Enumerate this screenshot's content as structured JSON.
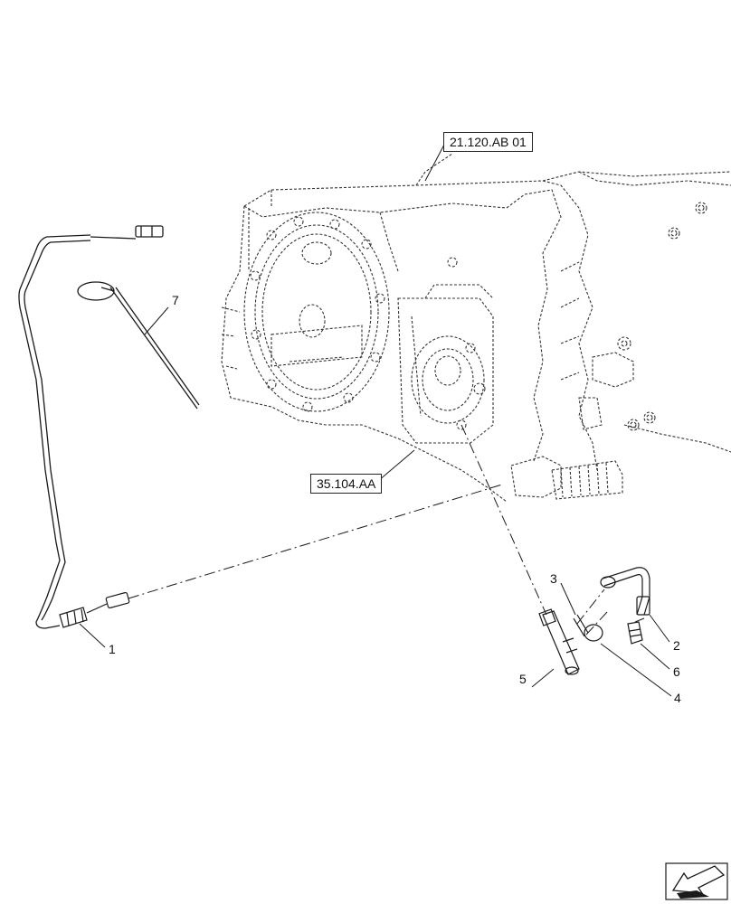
{
  "references": {
    "ref_top": "21.120.AB 01",
    "ref_mid": "35.104.AA"
  },
  "callouts": [
    {
      "id": "1",
      "label": "1"
    },
    {
      "id": "2",
      "label": "2"
    },
    {
      "id": "3",
      "label": "3"
    },
    {
      "id": "4",
      "label": "4"
    },
    {
      "id": "5",
      "label": "5"
    },
    {
      "id": "6",
      "label": "6"
    },
    {
      "id": "7",
      "label": "7"
    }
  ],
  "corner_mark": "·",
  "colors": {
    "line": "#1a1a1a",
    "ghost": "#333333",
    "paper": "#ffffff"
  },
  "icons": {
    "nav": "arrow-left-down-icon"
  }
}
